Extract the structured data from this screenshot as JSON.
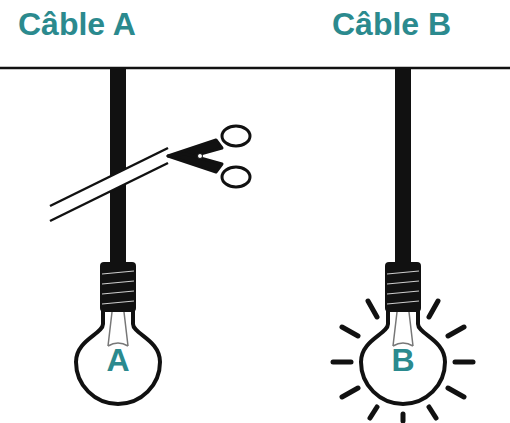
{
  "diagram": {
    "nodes": [
      {
        "text": [
          "A"
        ]
      },
      {
        "text": [
          "B"
        ]
      }
    ],
    "labels": [
      "Câble A",
      "Câble B"
    ]
  }
}
